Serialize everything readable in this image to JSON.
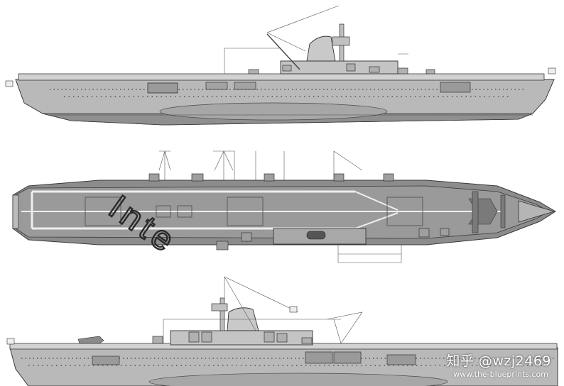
{
  "watermark": {
    "text": "知乎 @wzj2469",
    "site": "www.the-blueprints.com"
  },
  "deck_marking": "Inte",
  "colors": {
    "hull": "#b9b9b9",
    "hull_dark": "#8f8f8f",
    "deck": "#8c8c8c",
    "outline": "#3a3a3a",
    "stripe": "#eeeeee",
    "rigging": "#555555"
  }
}
